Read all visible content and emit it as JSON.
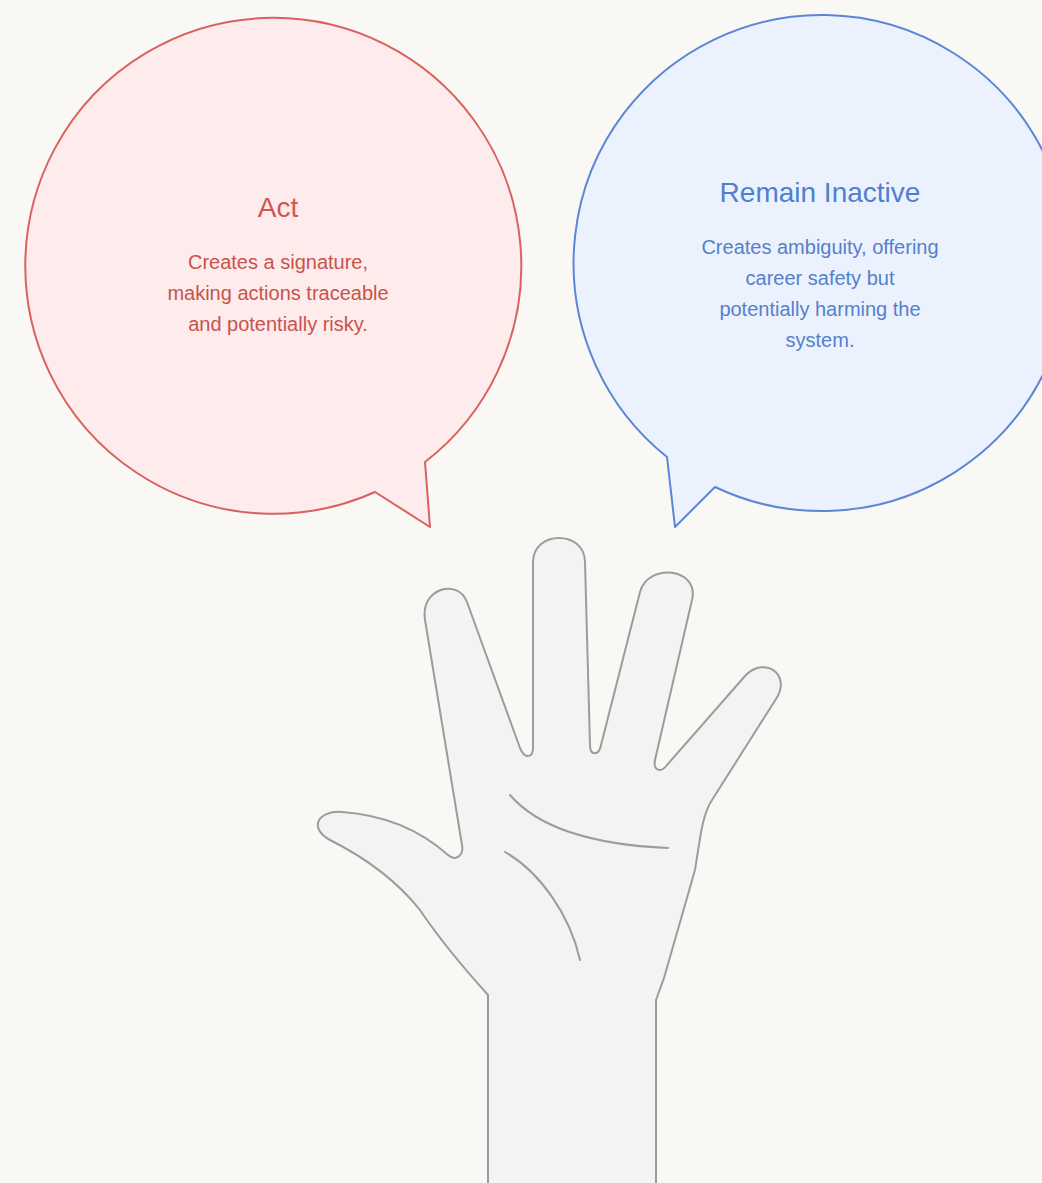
{
  "diagram": {
    "nodes": [
      {
        "text": [
          "Act",
          "Creates a signature, making actions traceable and potentially risky."
        ]
      },
      {
        "text": [
          "Remain Inactive",
          "Creates ambiguity, offering career safety but potentially harming the system."
        ]
      }
    ]
  }
}
